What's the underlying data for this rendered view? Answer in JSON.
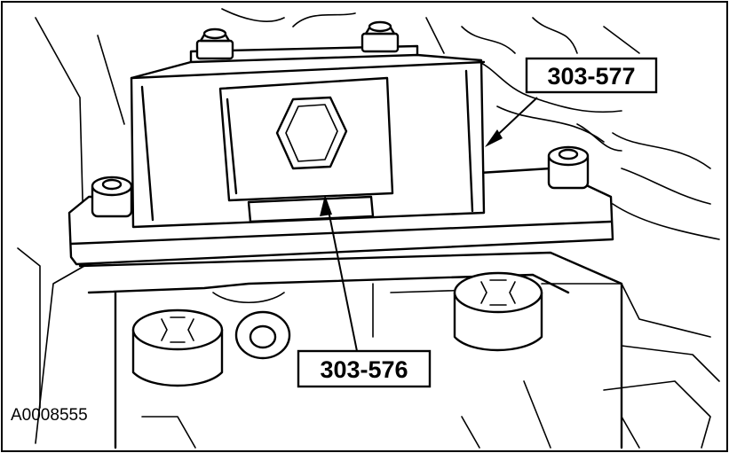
{
  "figure": {
    "labels": {
      "tool_upper": "303-577",
      "tool_lower": "303-576"
    },
    "figure_id": "A0008555"
  }
}
